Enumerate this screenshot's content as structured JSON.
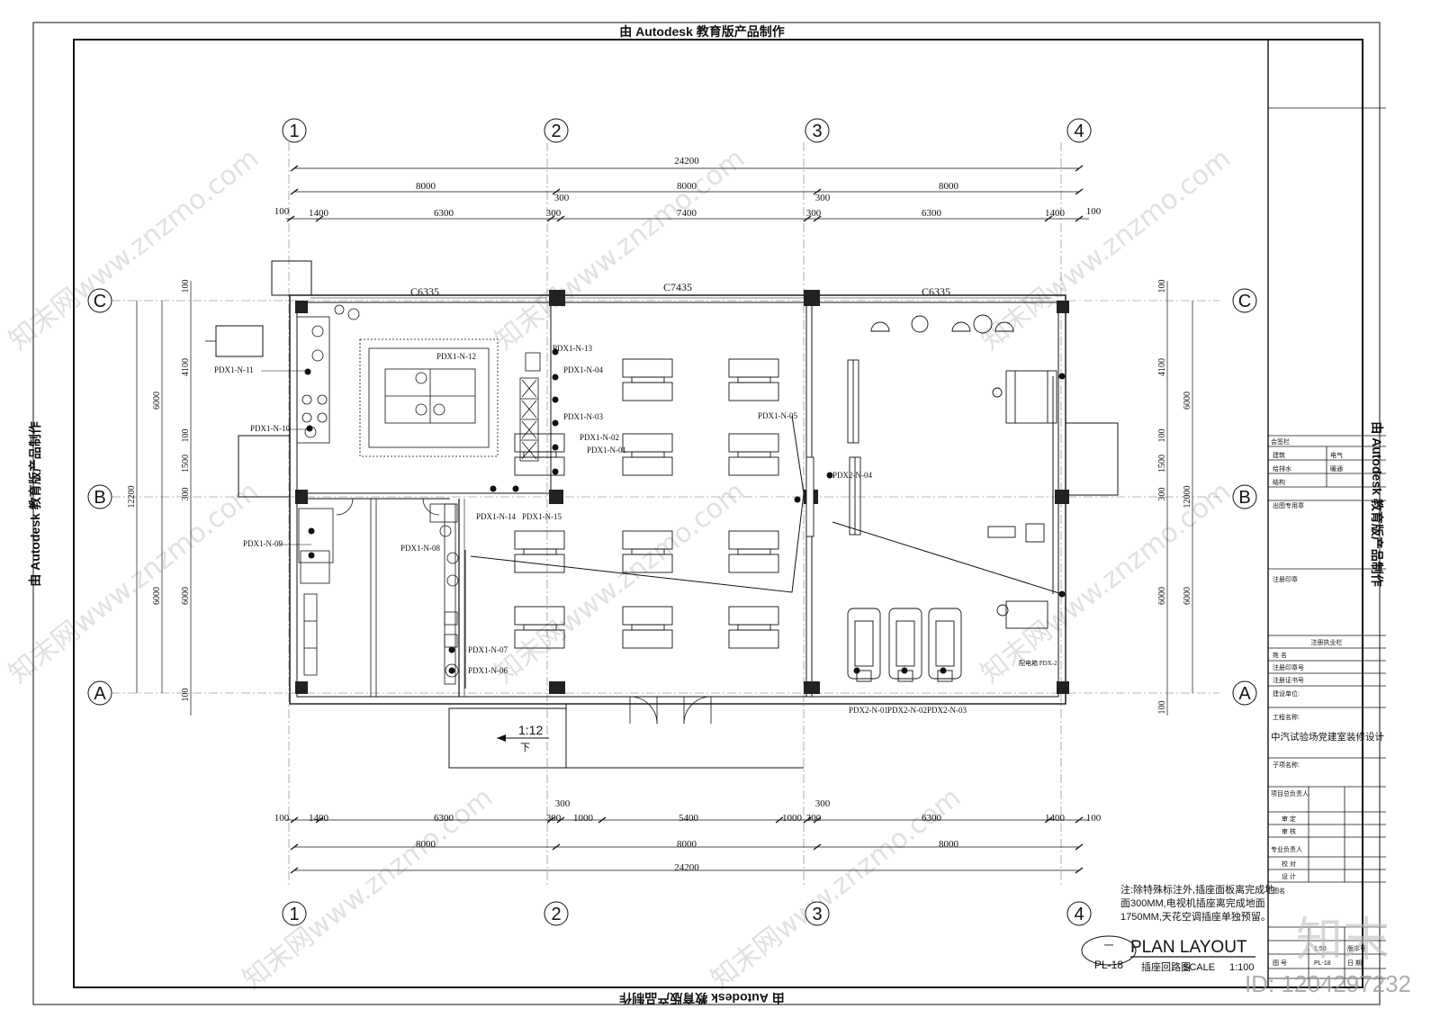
{
  "edu_stamp": "由 Autodesk 教育版产品制作",
  "watermark_text": "知末网www.znzmo.com",
  "logo_text": "知末",
  "image_id": "ID: 1204297232",
  "grid": {
    "cols": [
      "1",
      "2",
      "3",
      "4"
    ],
    "rows": [
      "C",
      "B",
      "A"
    ]
  },
  "dims": {
    "total": "24200",
    "span": "8000",
    "d100": "100",
    "d300": "300",
    "d1400": "1400",
    "d6300": "6300",
    "d7400": "7400",
    "d1000": "1000",
    "d5400": "5400",
    "d4100": "4100",
    "d1500": "1500",
    "d6000": "6000",
    "d12200": "12200",
    "d12000": "12000"
  },
  "windows": [
    "C6335",
    "C7435",
    "C6335"
  ],
  "circuits": {
    "n01": "PDX1-N-01",
    "n02": "PDX1-N-02",
    "n03": "PDX1-N-03",
    "n04": "PDX1-N-04",
    "n05": "PDX1-N-05",
    "n06": "PDX1-N-06",
    "n07": "PDX1-N-07",
    "n08": "PDX1-N-08",
    "n09": "PDX1-N-09",
    "n10": "PDX1-N-10",
    "n11": "PDX1-N-11",
    "n12": "PDX1-N-12",
    "n13": "PDX1-N-13",
    "n14": "PDX1-N-14",
    "n15": "PDX1-N-15",
    "p01": "PDX2-N-01",
    "p02": "PDX2-N-02",
    "p03": "PDX2-N-03",
    "p04": "PDX2-N-04"
  },
  "panel_label": "配电箱 PDX-2",
  "ramp": "1:12",
  "down": "下",
  "note": [
    "注:除特殊标注外,插座面板离完成地",
    "面300MM,电视机插座离完成地面",
    "1750MM,天花空调插座单独预留。"
  ],
  "title_block": {
    "drawing_en": "PLAN LAYOUT",
    "drawing_no": "PL-18",
    "drawing_cn": "插座回路图",
    "scale_label": "SCALE",
    "scale_value": "1:100",
    "project_label": "工程名称:",
    "project_name": "中汽试验场党建室装修设计",
    "sign_label": "会签栏",
    "disciplines": [
      "建筑",
      "电气",
      "给排水",
      "暖通",
      "结构"
    ],
    "stamp_label": "出图专用章",
    "reg_stamp": "注册印章",
    "reg_title": "注册执业栏",
    "reg_rows": [
      "姓 名",
      "注册印章号",
      "注册证书号"
    ],
    "client": "建设单位:",
    "sub_item": "子项名称:",
    "roles": [
      "项目总负责人",
      "审 定",
      "审 核",
      "专业负责人",
      "校 对",
      "设 计"
    ],
    "drawing_name_label": "图名",
    "scale_cell": "1:50",
    "version_label": "版本号",
    "fig_no_label": "图 号",
    "fig_no_value": "PL-18",
    "date_label": "日 期",
    "dash": "一"
  }
}
